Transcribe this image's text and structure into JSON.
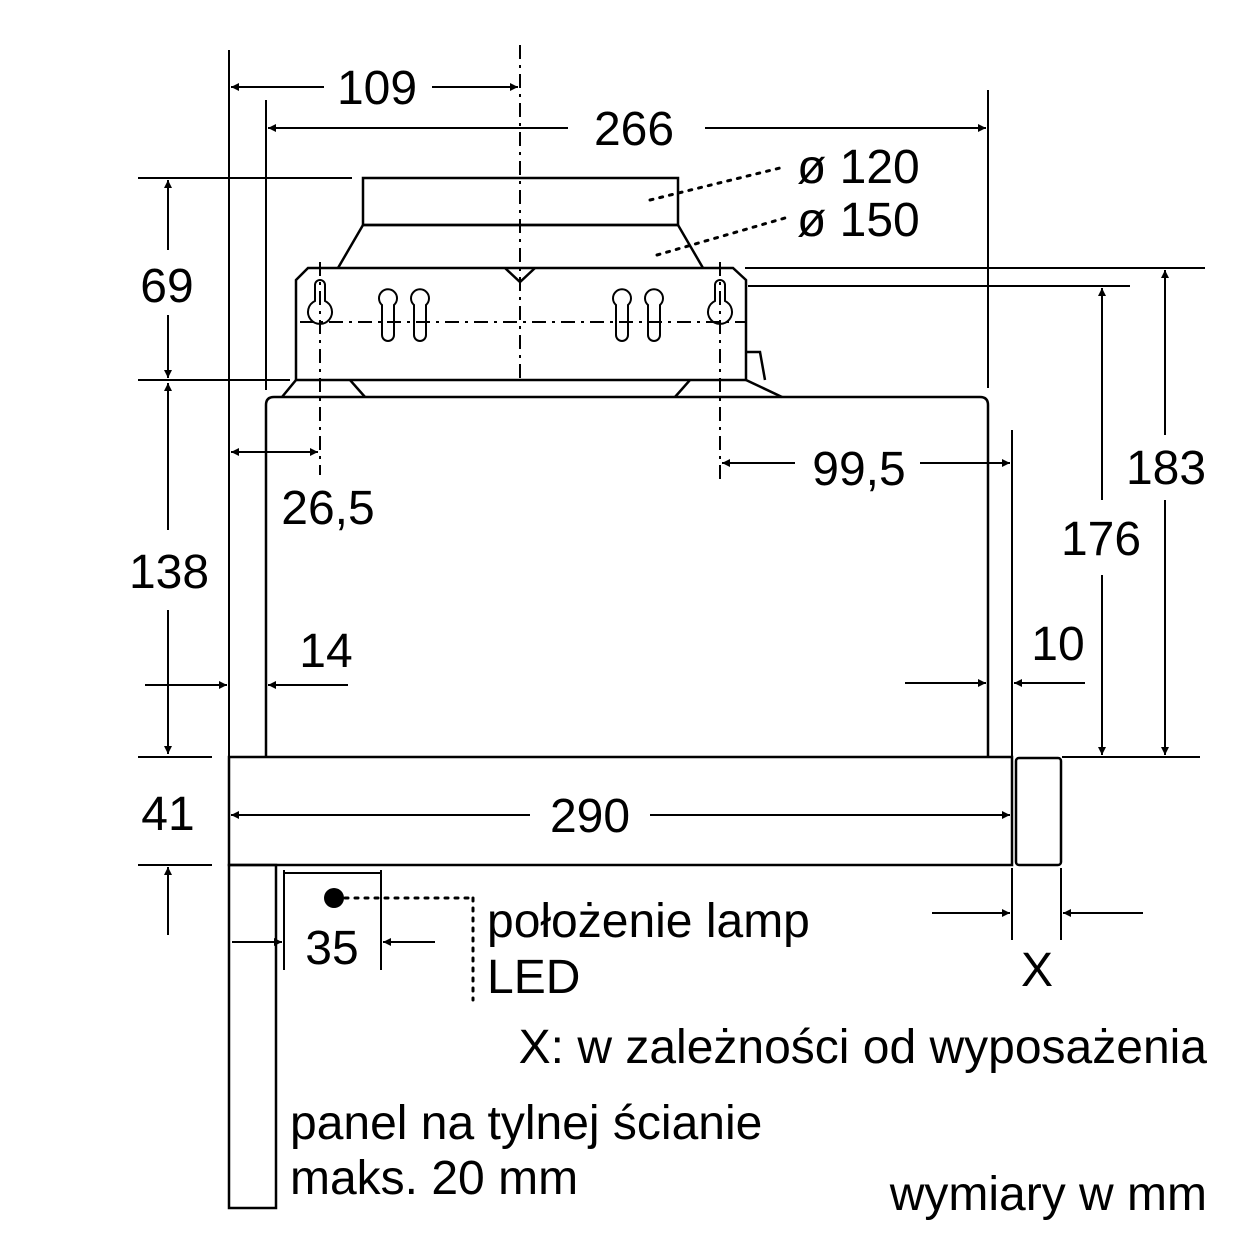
{
  "diagram": {
    "dim_109": "109",
    "dim_266": "266",
    "dim_d120": "ø 120",
    "dim_d150": "ø 150",
    "dim_69": "69",
    "dim_138": "138",
    "dim_41": "41",
    "dim_26_5": "26,5",
    "dim_99_5": "99,5",
    "dim_14": "14",
    "dim_10": "10",
    "dim_176": "176",
    "dim_183": "183",
    "dim_290": "290",
    "dim_35": "35",
    "dim_x": "X",
    "led_line1": "położenie lamp",
    "led_line2": "LED",
    "x_note": "X: w zależności od wyposażenia",
    "panel_line1": "panel na tylnej ścianie",
    "panel_line2": "maks. 20 mm",
    "units_note": "wymiary w mm"
  }
}
